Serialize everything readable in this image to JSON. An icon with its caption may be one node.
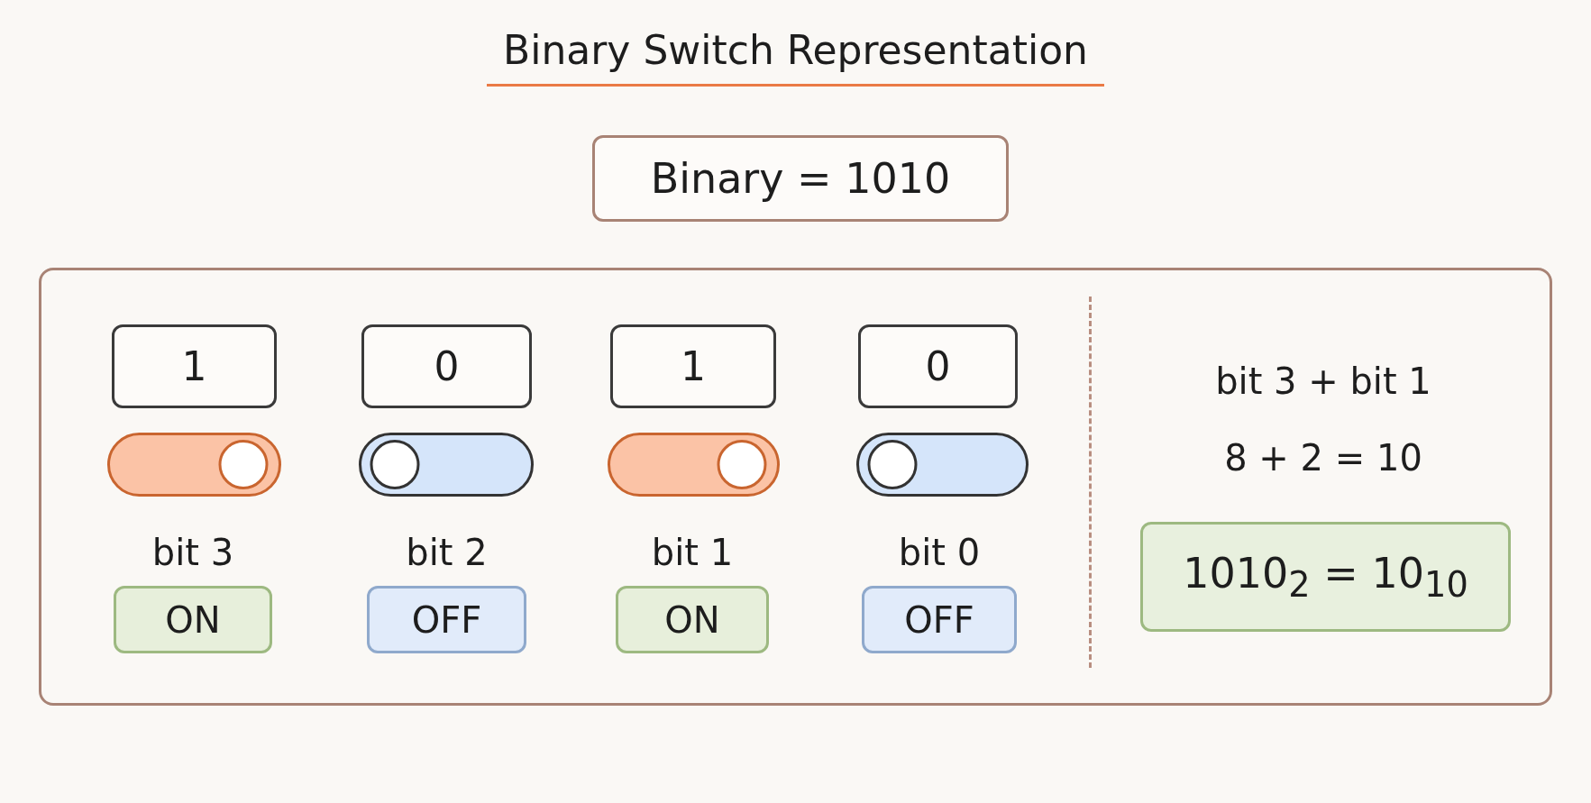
{
  "diagram": {
    "title": "Binary Switch Representation",
    "nodes": [
      {
        "text": [
          "Binary = 1010"
        ]
      },
      {
        "text": [],
        "shape": "box"
      },
      {
        "text": [
          "1"
        ],
        "in": 1
      },
      {
        "text": [
          "0"
        ],
        "in": 1
      },
      {
        "text": [
          "1"
        ],
        "in": 1
      },
      {
        "text": [
          "0"
        ],
        "in": 1
      },
      {
        "text": [
          "ON"
        ],
        "beside": [
          "bit 3"
        ],
        "in": 1
      },
      {
        "text": [
          "OFF"
        ],
        "beside": [
          "bit 2"
        ],
        "in": 1
      },
      {
        "text": [
          "ON"
        ],
        "beside": [
          "bit 1"
        ],
        "in": 1
      },
      {
        "text": [
          "OFF"
        ],
        "beside": [
          "bit 0"
        ],
        "in": 1
      },
      {
        "text": [
          "1010$_{2}$ = 10$_{10}$"
        ],
        "in": 1
      }
    ],
    "edges": [],
    "labels": [
      "bit 3 + bit 1",
      "8 + 2 = 10"
    ]
  }
}
